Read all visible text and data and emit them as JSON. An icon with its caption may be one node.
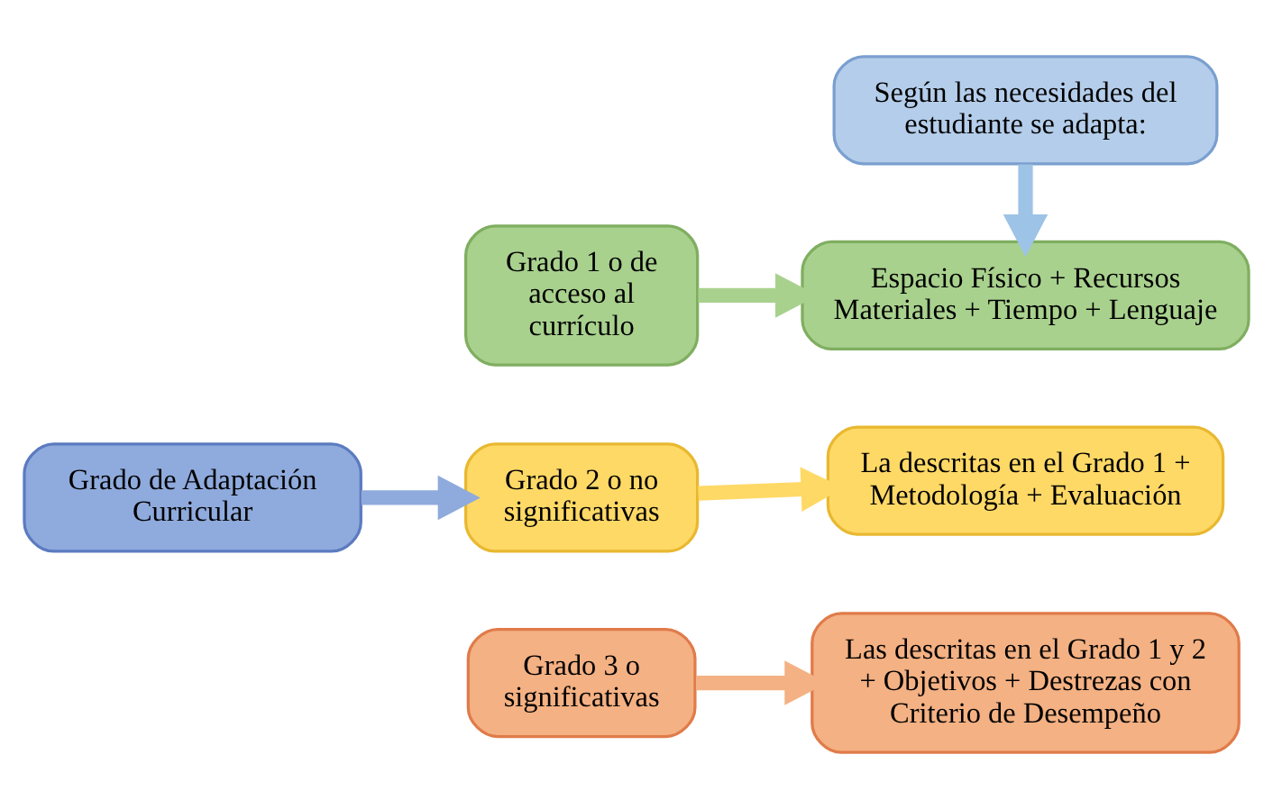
{
  "diagram": {
    "nodes": [
      {
        "text": [
          "Según las necesidades del estudiante se adapta:"
        ]
      },
      {
        "text": [
          "Grado 1 o de acceso al currículo"
        ]
      },
      {
        "text": [
          "Espacio Físico + Recursos Materiales + Tiempo + Lenguaje"
        ]
      },
      {
        "text": [
          "Grado de Adaptación Curricular"
        ]
      },
      {
        "text": [
          "Grado 2 o no significativas"
        ]
      },
      {
        "text": [
          "La descritas en el Grado 1 + Metodología + Evaluación"
        ]
      },
      {
        "text": [
          "Grado 3 o significativas"
        ]
      },
      {
        "text": [
          "Las descritas en el Grado 1 y 2 + Objetivos + Destrezas con Criterio de Desempeño"
        ]
      }
    ],
    "edges": [
      {
        "from": 0,
        "to": 2,
        "arrow": "to",
        "color": "#9dc3e6"
      },
      {
        "from": 1,
        "to": 2,
        "arrow": "to",
        "color": "#a9d18e"
      },
      {
        "from": 3,
        "to": 4,
        "arrow": "to",
        "color": "#8faadc"
      },
      {
        "from": 4,
        "to": 5,
        "arrow": "to",
        "color": "#ffd966"
      },
      {
        "from": 6,
        "to": 7,
        "arrow": "to",
        "color": "#f4b183"
      }
    ]
  }
}
